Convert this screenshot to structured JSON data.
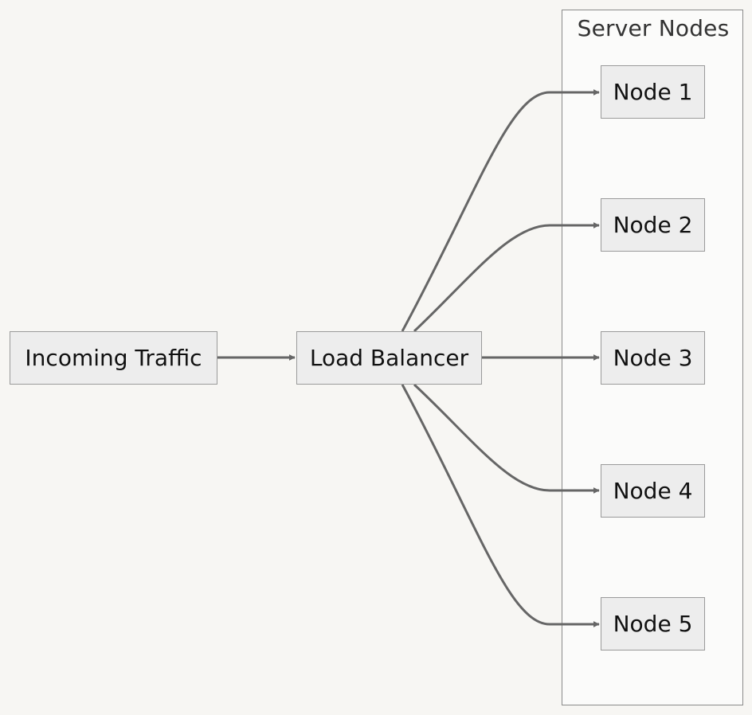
{
  "diagram": {
    "type": "flowchart",
    "cluster": {
      "title": "Server Nodes"
    },
    "nodes": {
      "incoming": "Incoming Traffic",
      "balancer": "Load Balancer",
      "servers": [
        "Node 1",
        "Node 2",
        "Node 3",
        "Node 4",
        "Node 5"
      ]
    },
    "edges": [
      {
        "from": "Incoming Traffic",
        "to": "Load Balancer"
      },
      {
        "from": "Load Balancer",
        "to": "Node 1"
      },
      {
        "from": "Load Balancer",
        "to": "Node 2"
      },
      {
        "from": "Load Balancer",
        "to": "Node 3"
      },
      {
        "from": "Load Balancer",
        "to": "Node 4"
      },
      {
        "from": "Load Balancer",
        "to": "Node 5"
      }
    ],
    "colors": {
      "background": "#f7f6f3",
      "node_fill": "#ededed",
      "node_border": "#9a9a9a",
      "edge": "#666666"
    }
  }
}
